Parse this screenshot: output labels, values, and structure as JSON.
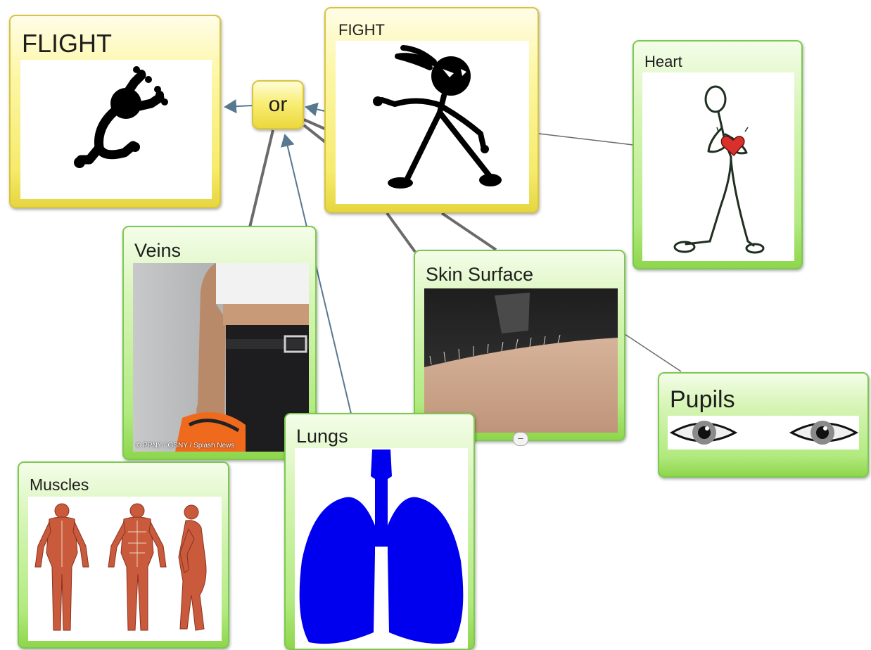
{
  "connector": {
    "label": "or"
  },
  "nodes": {
    "flight": {
      "title": "FLIGHT"
    },
    "fight": {
      "title": "FIGHT"
    },
    "heart": {
      "title": "Heart"
    },
    "veins": {
      "title": "Veins",
      "credit": "© PPNY / GSNY / Splash News"
    },
    "skin": {
      "title": "Skin Surface"
    },
    "pupils": {
      "title": "Pupils"
    },
    "lungs": {
      "title": "Lungs"
    },
    "muscles": {
      "title": "Muscles"
    }
  },
  "collapse_toggle": {
    "label": "–"
  },
  "colors": {
    "primary_node_fill": "#f6eb6c",
    "secondary_node_fill": "#b2ea80",
    "link_line": "#6b6b6b",
    "arrow_line": "#587890",
    "lungs_fill": "#0000ee",
    "heart_fill": "#d8312c"
  },
  "icons": [
    "flight-figure-icon",
    "fight-figure-icon",
    "heart-figure-icon",
    "eyes-icon",
    "lungs-icon"
  ]
}
